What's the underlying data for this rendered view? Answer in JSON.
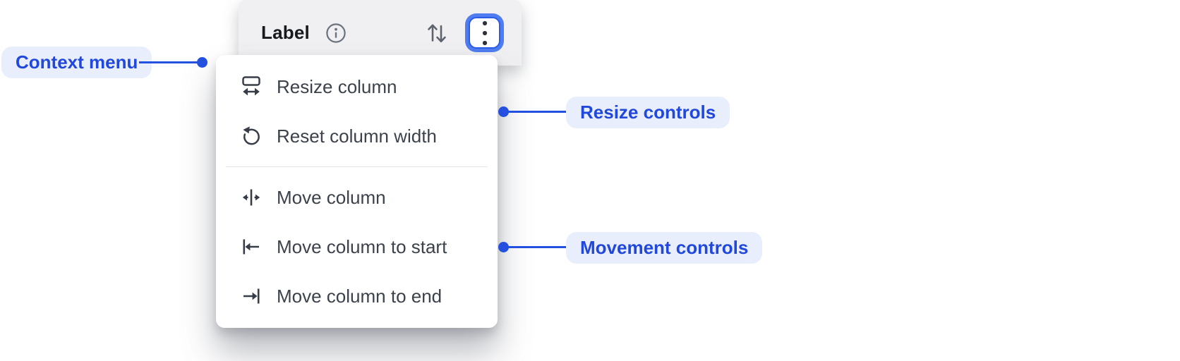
{
  "header": {
    "title": "Label",
    "info_icon": "info",
    "sort_icon": "sort-ascending-descending",
    "menu_button_icon": "vertical-dots"
  },
  "menu": {
    "groups": [
      {
        "name": "resize",
        "items": [
          {
            "icon": "resize-column-icon",
            "label": "Resize column"
          },
          {
            "icon": "reset-column-width-icon",
            "label": "Reset column width"
          }
        ]
      },
      {
        "name": "movement",
        "items": [
          {
            "icon": "move-column-icon",
            "label": "Move column"
          },
          {
            "icon": "move-column-start-icon",
            "label": "Move column to start"
          },
          {
            "icon": "move-column-end-icon",
            "label": "Move column to end"
          }
        ]
      }
    ]
  },
  "annotations": {
    "context_menu": {
      "label": "Context menu",
      "side": "left"
    },
    "resize_controls": {
      "label": "Resize controls",
      "side": "right"
    },
    "movement_controls": {
      "label": "Movement controls",
      "side": "right"
    }
  },
  "colors": {
    "accent_blue": "#2450e0",
    "chip_bg": "#e9eefc",
    "chip_text": "#2148dc",
    "header_bg": "#f0f0f2",
    "text_dark": "#383e47",
    "focus_ring_outer": "#4f7cf0",
    "focus_ring_border": "#2b5ce6"
  }
}
